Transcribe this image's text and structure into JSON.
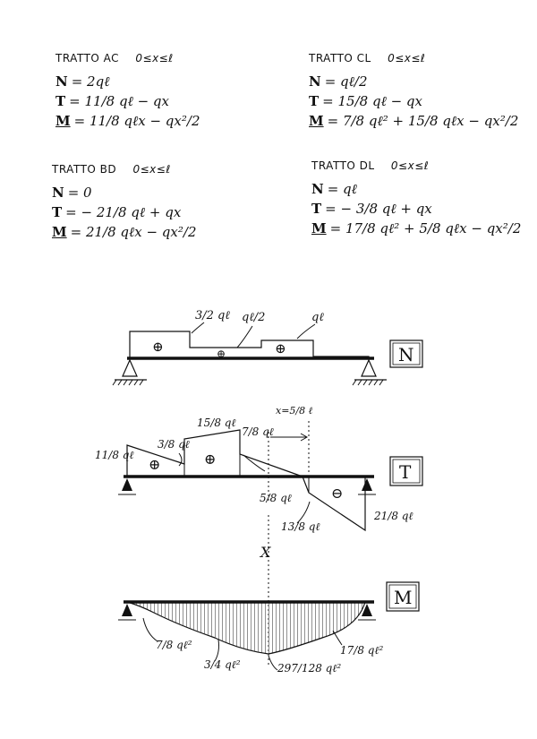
{
  "sections": [
    {
      "title": "TRATTO AC",
      "range": "0≤x≤ℓ",
      "eqs": [
        [
          "N",
          "= 2qℓ"
        ],
        [
          "T",
          "= 11/8 qℓ − qx"
        ],
        [
          "M",
          "= 11/8 qℓx − qx²/2"
        ]
      ]
    },
    {
      "title": "TRATTO CL",
      "range": "0≤x≤ℓ",
      "eqs": [
        [
          "N",
          "= qℓ/2"
        ],
        [
          "T",
          "= 15/8 qℓ − qx"
        ],
        [
          "M",
          "= 7/8 qℓ² + 15/8 qℓx − qx²/2"
        ]
      ]
    },
    {
      "title": "TRATTO BD",
      "range": "0≤x≤ℓ",
      "eqs": [
        [
          "N",
          "= 0"
        ],
        [
          "T",
          "= − 21/8 qℓ + qx"
        ],
        [
          "M",
          "= 21/8 qℓx − qx²/2"
        ]
      ]
    },
    {
      "title": "TRATTO DL",
      "range": "0≤x≤ℓ",
      "eqs": [
        [
          "N",
          "= qℓ"
        ],
        [
          "T",
          "= − 3/8 qℓ + qx"
        ],
        [
          "M",
          "= 17/8 qℓ² + 5/8 qℓx − qx²/2"
        ]
      ]
    }
  ],
  "diagrams": {
    "N": {
      "box_label": "N",
      "labels": [
        "3/2 qℓ",
        "qℓ/2",
        "qℓ"
      ],
      "signs": [
        "⊕",
        "⊕",
        "⊕"
      ]
    },
    "T": {
      "box_label": "T",
      "labels": [
        "11/8 qℓ",
        "3/8 qℓ",
        "15/8 qℓ",
        "7/8 qℓ",
        "x=5/8 ℓ",
        "5/8 qℓ",
        "13/8 qℓ",
        "21/8 qℓ"
      ],
      "signs": [
        "⊕",
        "⊕",
        "⊖"
      ]
    },
    "M": {
      "box_label": "M",
      "labels": [
        "7/8 qℓ²",
        "3/4 qℓ²",
        "297/128 qℓ²",
        "17/8 qℓ²"
      ],
      "mark": "X"
    }
  }
}
